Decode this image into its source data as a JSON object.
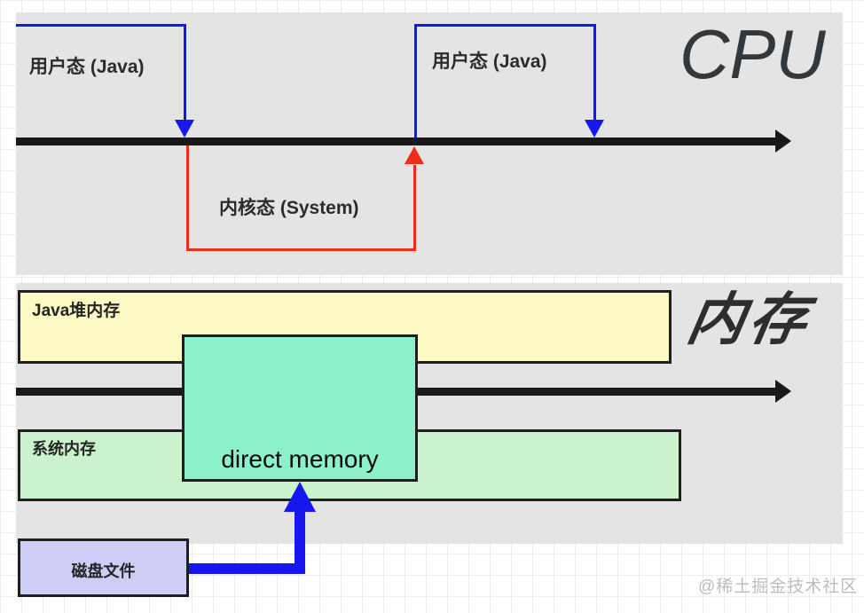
{
  "diagram": {
    "cpu_section": {
      "title": "CPU",
      "user_mode_label_1": "用户态 (Java)",
      "user_mode_label_2": "用户态 (Java)",
      "kernel_mode_label": "内核态 (System)"
    },
    "memory_section": {
      "title": "内存",
      "java_heap_label": "Java堆内存",
      "direct_memory_label": "direct memory",
      "system_memory_label": "系统内存",
      "disk_file_label": "磁盘文件"
    },
    "watermark": "@稀土掘金技术社区",
    "colors": {
      "panel_gray": "#e4e4e4",
      "timeline_black": "#191919",
      "accent_blue": "#1616ee",
      "accent_red": "#ee2c1a",
      "java_heap_yellow": "#fcf9c4",
      "direct_memory_teal": "#8cf0cb",
      "system_memory_green": "#c9f2cd",
      "disk_file_purple": "#cdcdf5",
      "watermark_gray": "#bdbdbd"
    }
  }
}
